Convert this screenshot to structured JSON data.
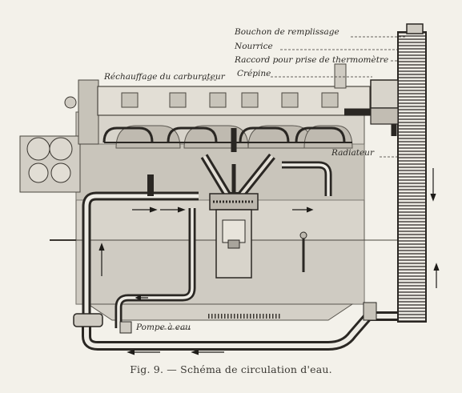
{
  "labels": {
    "bouchon": "Bouchon de remplissage",
    "nourrice": "Nourrice",
    "raccord": "Raccord pour prise de thermomètre",
    "crepine": "Crépine",
    "rechauffage": "Réchauffage du carburateur",
    "radiateur": "Radiateur",
    "pompe": "Pompe à eau"
  },
  "caption": "Fig. 9. — Schéma de circulation d'eau.",
  "colors": {
    "paper": "#f3f1ea",
    "ink": "#1e1c19",
    "pipe": "#2a2723",
    "metal_light": "#d7d3ca",
    "metal_mid": "#a7a39b"
  }
}
